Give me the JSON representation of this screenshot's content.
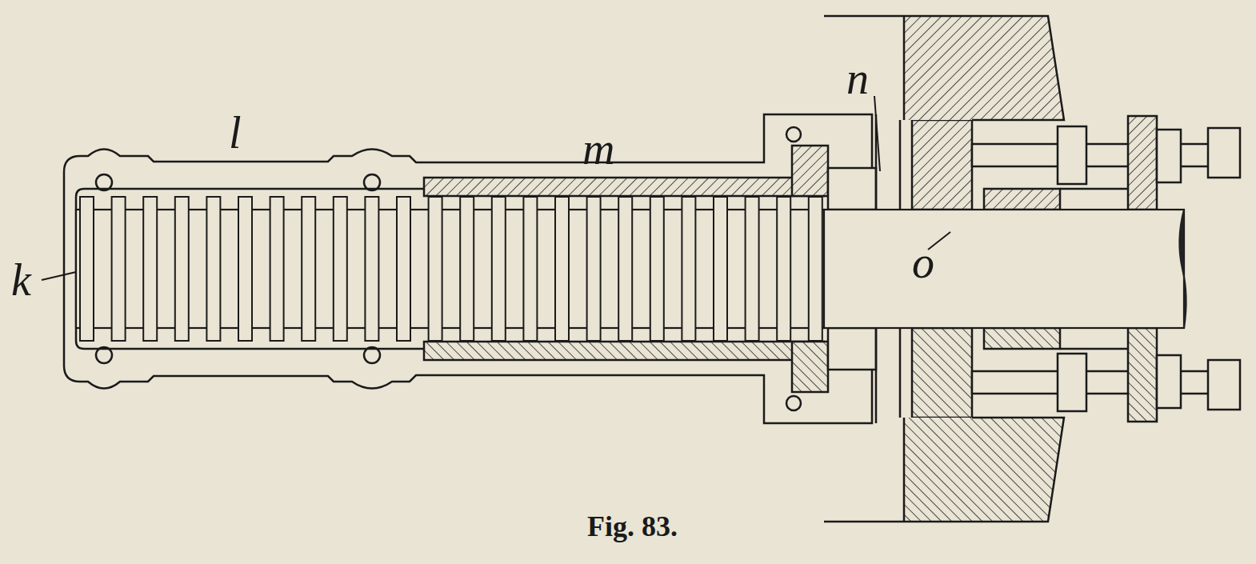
{
  "diagram": {
    "caption": "Fig. 83.",
    "labels": [
      "k",
      "l",
      "m",
      "n",
      "o"
    ]
  }
}
